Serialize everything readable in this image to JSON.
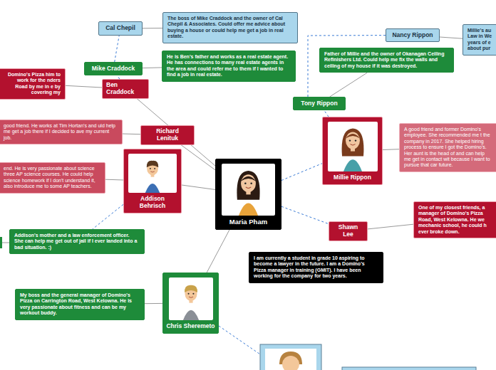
{
  "diagram": {
    "nodes": [
      {
        "text": [
          "Maria Pham"
        ]
      },
      {
        "text": [
          "I am currently a student in grade 10 aspiring to become a lawyer in the future. I am a Domino's Pizza manager in training (GMIT). I have been working for the company for two years."
        ]
      },
      {
        "text": [
          "Cal Chepil"
        ]
      },
      {
        "text": [
          "The boss of Mike Craddock and the owner of Cal Chepil & Associates. Could offer me advice about buying a house or could help me get a job in real estate."
        ]
      },
      {
        "text": [
          "Mike Craddock"
        ]
      },
      {
        "text": [
          "He is Ben's father and works as a real estate agent. He has connections to many real estate agents in the area and could refer me to them if I wanted to find a job in real estate."
        ]
      },
      {
        "text": [
          "Ben Craddock"
        ]
      },
      {
        "text": [
          "Domino's Pizza him to work for the nders Road by me in e by covering my"
        ]
      },
      {
        "text": [
          "Richard Lenituk"
        ]
      },
      {
        "text": [
          "good friend. He works at Tim Hortan's and uld help me get a job there if I decided to ave my current job."
        ]
      },
      {
        "text": [
          "Addison Behrisch"
        ]
      },
      {
        "text": [
          "end. He is very passionate about science three AP science courses. He could help science homework if I don't understand it, also introduce me to some AP teachers."
        ]
      },
      {
        "text": [
          "Addison's mother and a law enforcement officer. She can help me get out of jail if I ever landed into a bad situation. :)"
        ]
      },
      {
        "text": [
          "Chris Sheremeto"
        ]
      },
      {
        "text": [
          "My boss and the general manager of Domino's Pizza on Carrington Road, West Kelowna. He is very passionate about fitness and can be my workout buddy."
        ]
      },
      {
        "text": [
          "Nancy Rippon"
        ]
      },
      {
        "text": [
          "Millie's au Law in We years of e about pur"
        ]
      },
      {
        "text": [
          "Tony Rippon"
        ]
      },
      {
        "text": [
          "Father of Millie and the owner of Okanagan Ceiling Refinishers Ltd. Could help me fix the walls and ceiling of my house if it was destroyed."
        ]
      },
      {
        "text": [
          "Millie Rippon"
        ]
      },
      {
        "text": [
          "A good friend and former Domino's employee. She recommended me t the company in 2017. She helped hiring process to ensure I got the Domino's. Her aunt is the head of and can help me get in contact wit because I want to pursue that car future."
        ]
      },
      {
        "text": [
          "Shawn Lee"
        ]
      },
      {
        "text": [
          "One of my closest friends, a manager of Domino's Pizza Road, West Kelowna. He we mechanic school, he could h ever broke down."
        ]
      }
    ],
    "edges": [
      {
        "from": 0,
        "to": 6,
        "arrow": "none"
      },
      {
        "from": 6,
        "to": 4,
        "arrow": "none"
      },
      {
        "from": 4,
        "to": 2,
        "arrow": "none"
      },
      {
        "from": 2,
        "to": 3,
        "arrow": "none"
      },
      {
        "from": 4,
        "to": 5,
        "arrow": "none"
      },
      {
        "from": 6,
        "to": 7,
        "arrow": "none"
      },
      {
        "from": 0,
        "to": 8,
        "arrow": "none"
      },
      {
        "from": 8,
        "to": 9,
        "arrow": "none"
      },
      {
        "from": 0,
        "to": 10,
        "arrow": "none"
      },
      {
        "from": 10,
        "to": 11,
        "arrow": "none"
      },
      {
        "from": 10,
        "to": 12,
        "arrow": "none"
      },
      {
        "from": 0,
        "to": 13,
        "arrow": "none"
      },
      {
        "from": 13,
        "to": 14,
        "arrow": "none"
      },
      {
        "from": 0,
        "to": 19,
        "arrow": "none"
      },
      {
        "from": 19,
        "to": 17,
        "arrow": "none"
      },
      {
        "from": 17,
        "to": 15,
        "arrow": "none"
      },
      {
        "from": 17,
        "to": 18,
        "arrow": "none"
      },
      {
        "from": 15,
        "to": 16,
        "arrow": "none"
      },
      {
        "from": 19,
        "to": 20,
        "arrow": "none"
      },
      {
        "from": 0,
        "to": 21,
        "arrow": "none"
      },
      {
        "from": 21,
        "to": 22,
        "arrow": "none"
      }
    ]
  }
}
